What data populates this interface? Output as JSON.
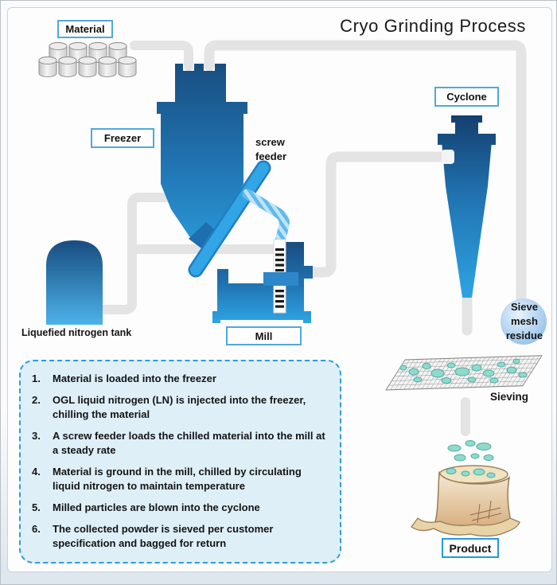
{
  "title": "Cryo Grinding Process",
  "labels": {
    "material": "Material",
    "freezer": "Freezer",
    "screw_feeder": [
      "screw",
      "feeder"
    ],
    "mill": "Mill",
    "cyclone": "Cyclone",
    "ln_tank": "Liquefied nitrogen tank",
    "sieve_residue": [
      "Sieve",
      "mesh",
      "residue"
    ],
    "sieving": "Sieving",
    "product": "Product"
  },
  "steps": [
    {
      "num": "1.",
      "text": "Material is loaded into the freezer"
    },
    {
      "num": "2.",
      "text": "OGL liquid nitrogen (LN) is injected into the freezer, chilling the material"
    },
    {
      "num": "3.",
      "text": "A screw feeder loads the chilled material into the mill at a steady rate"
    },
    {
      "num": "4.",
      "text": "Material is ground in the mill, chilled by circulating liquid nitrogen to maintain temperature"
    },
    {
      "num": "5.",
      "text": "Milled particles are blown into the cyclone"
    },
    {
      "num": "6.",
      "text": "The collected powder is sieved per customer specification and bagged for return"
    }
  ],
  "colors": {
    "equipment_blue_dark": "#17497A",
    "equipment_blue_light": "#2FA6E6",
    "pipe_gray": "#E4E4E5",
    "label_border_blue": "#4FA9DA",
    "product_border_blue": "#2598DE",
    "steps_box_bg": "#DEEFF8",
    "steps_box_border": "#2F9DD3",
    "particle_teal": "#8FD9CD",
    "bag_tan": "#D3A572"
  }
}
